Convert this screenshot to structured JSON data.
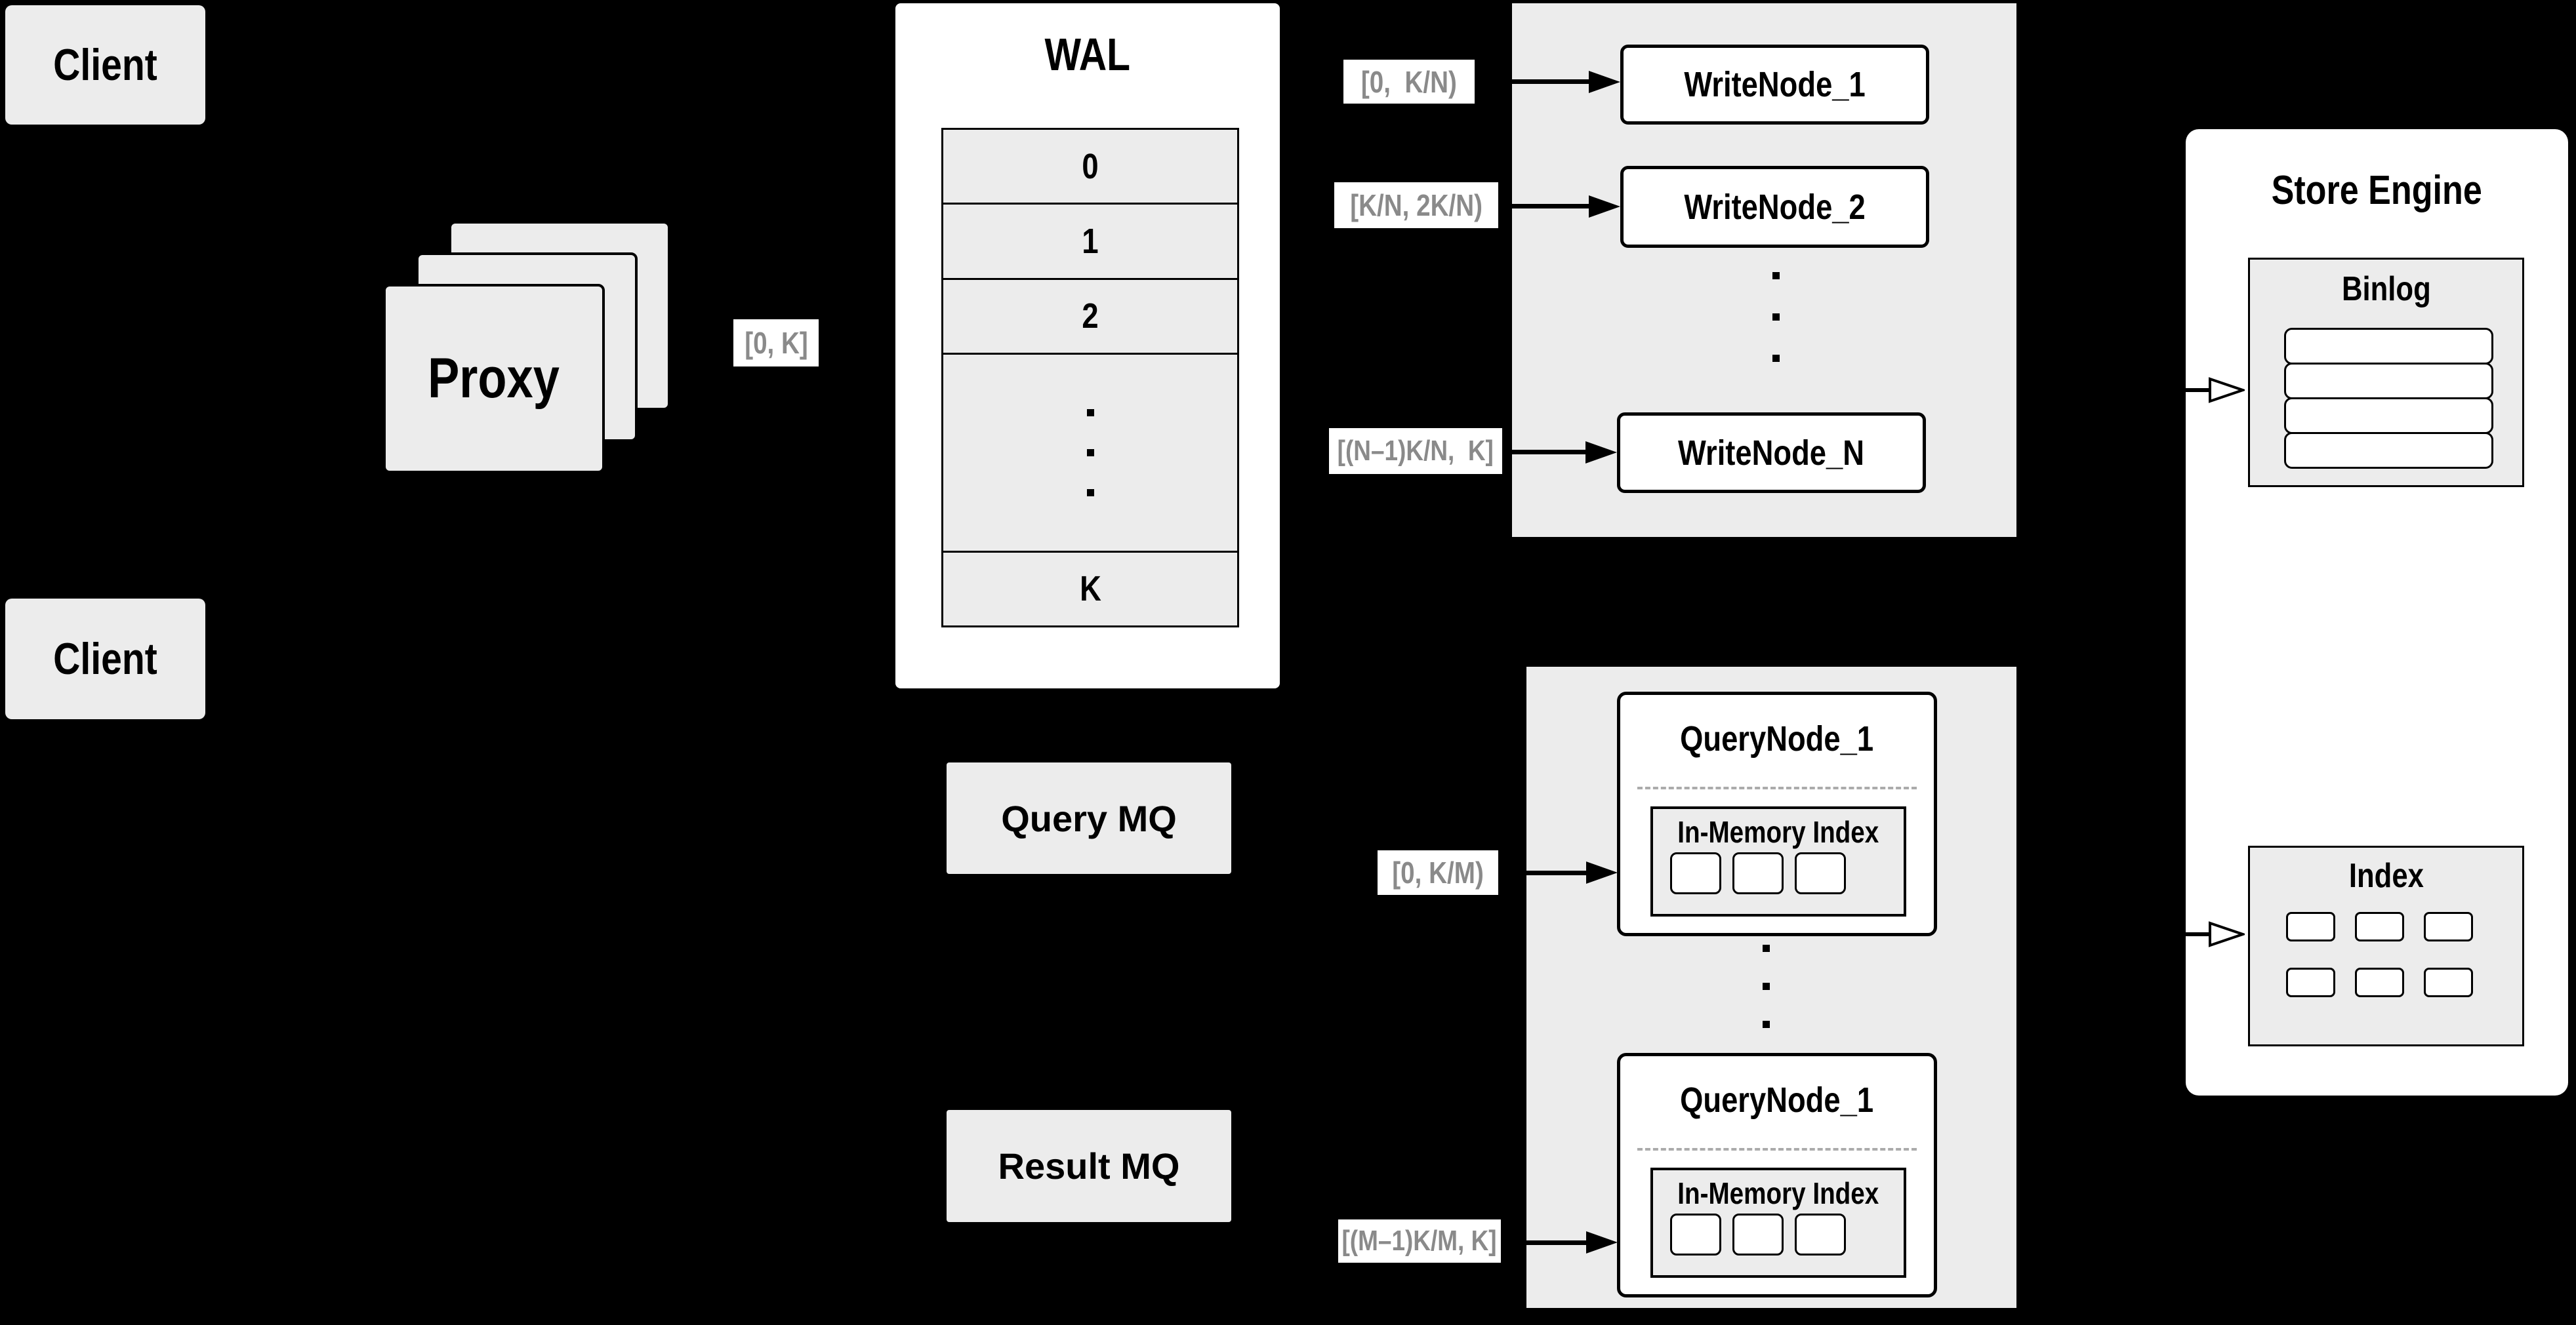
{
  "colors": {
    "background": "#000000",
    "panel_fill": "#ececec",
    "box_fill": "#ececec",
    "node_fill": "#ffffff",
    "border": "#000000",
    "range_label_text": "#8a8a8a",
    "range_label_bg": "#ffffff",
    "dashed_separator": "#ababab"
  },
  "clients": {
    "top": "Client",
    "bottom": "Client"
  },
  "proxy": {
    "label": "Proxy"
  },
  "ranges": {
    "proxy_out": "[0, K]",
    "write_1": "[0,  K/N)",
    "write_2": "[K/N, 2K/N)",
    "write_n": "[(N–1)K/N,  K]",
    "query_1": "[0, K/M)",
    "query_2": "[(M–1)K/M, K]"
  },
  "wal": {
    "title": "WAL",
    "segments": [
      "0",
      "1",
      "2"
    ],
    "last_segment": "K"
  },
  "write_nodes": {
    "node_1": "WriteNode_1",
    "node_2": "WriteNode_2",
    "node_n": "WriteNode_N"
  },
  "query_nodes": {
    "top": {
      "title": "QueryNode_1",
      "inner_title": "In-Memory Index"
    },
    "bottom": {
      "title": "QueryNode_1",
      "inner_title": "In-Memory Index"
    }
  },
  "mq": {
    "query": "Query MQ",
    "result": "Result MQ"
  },
  "store_engine": {
    "title": "Store Engine",
    "binlog_title": "Binlog",
    "index_title": "Index"
  }
}
